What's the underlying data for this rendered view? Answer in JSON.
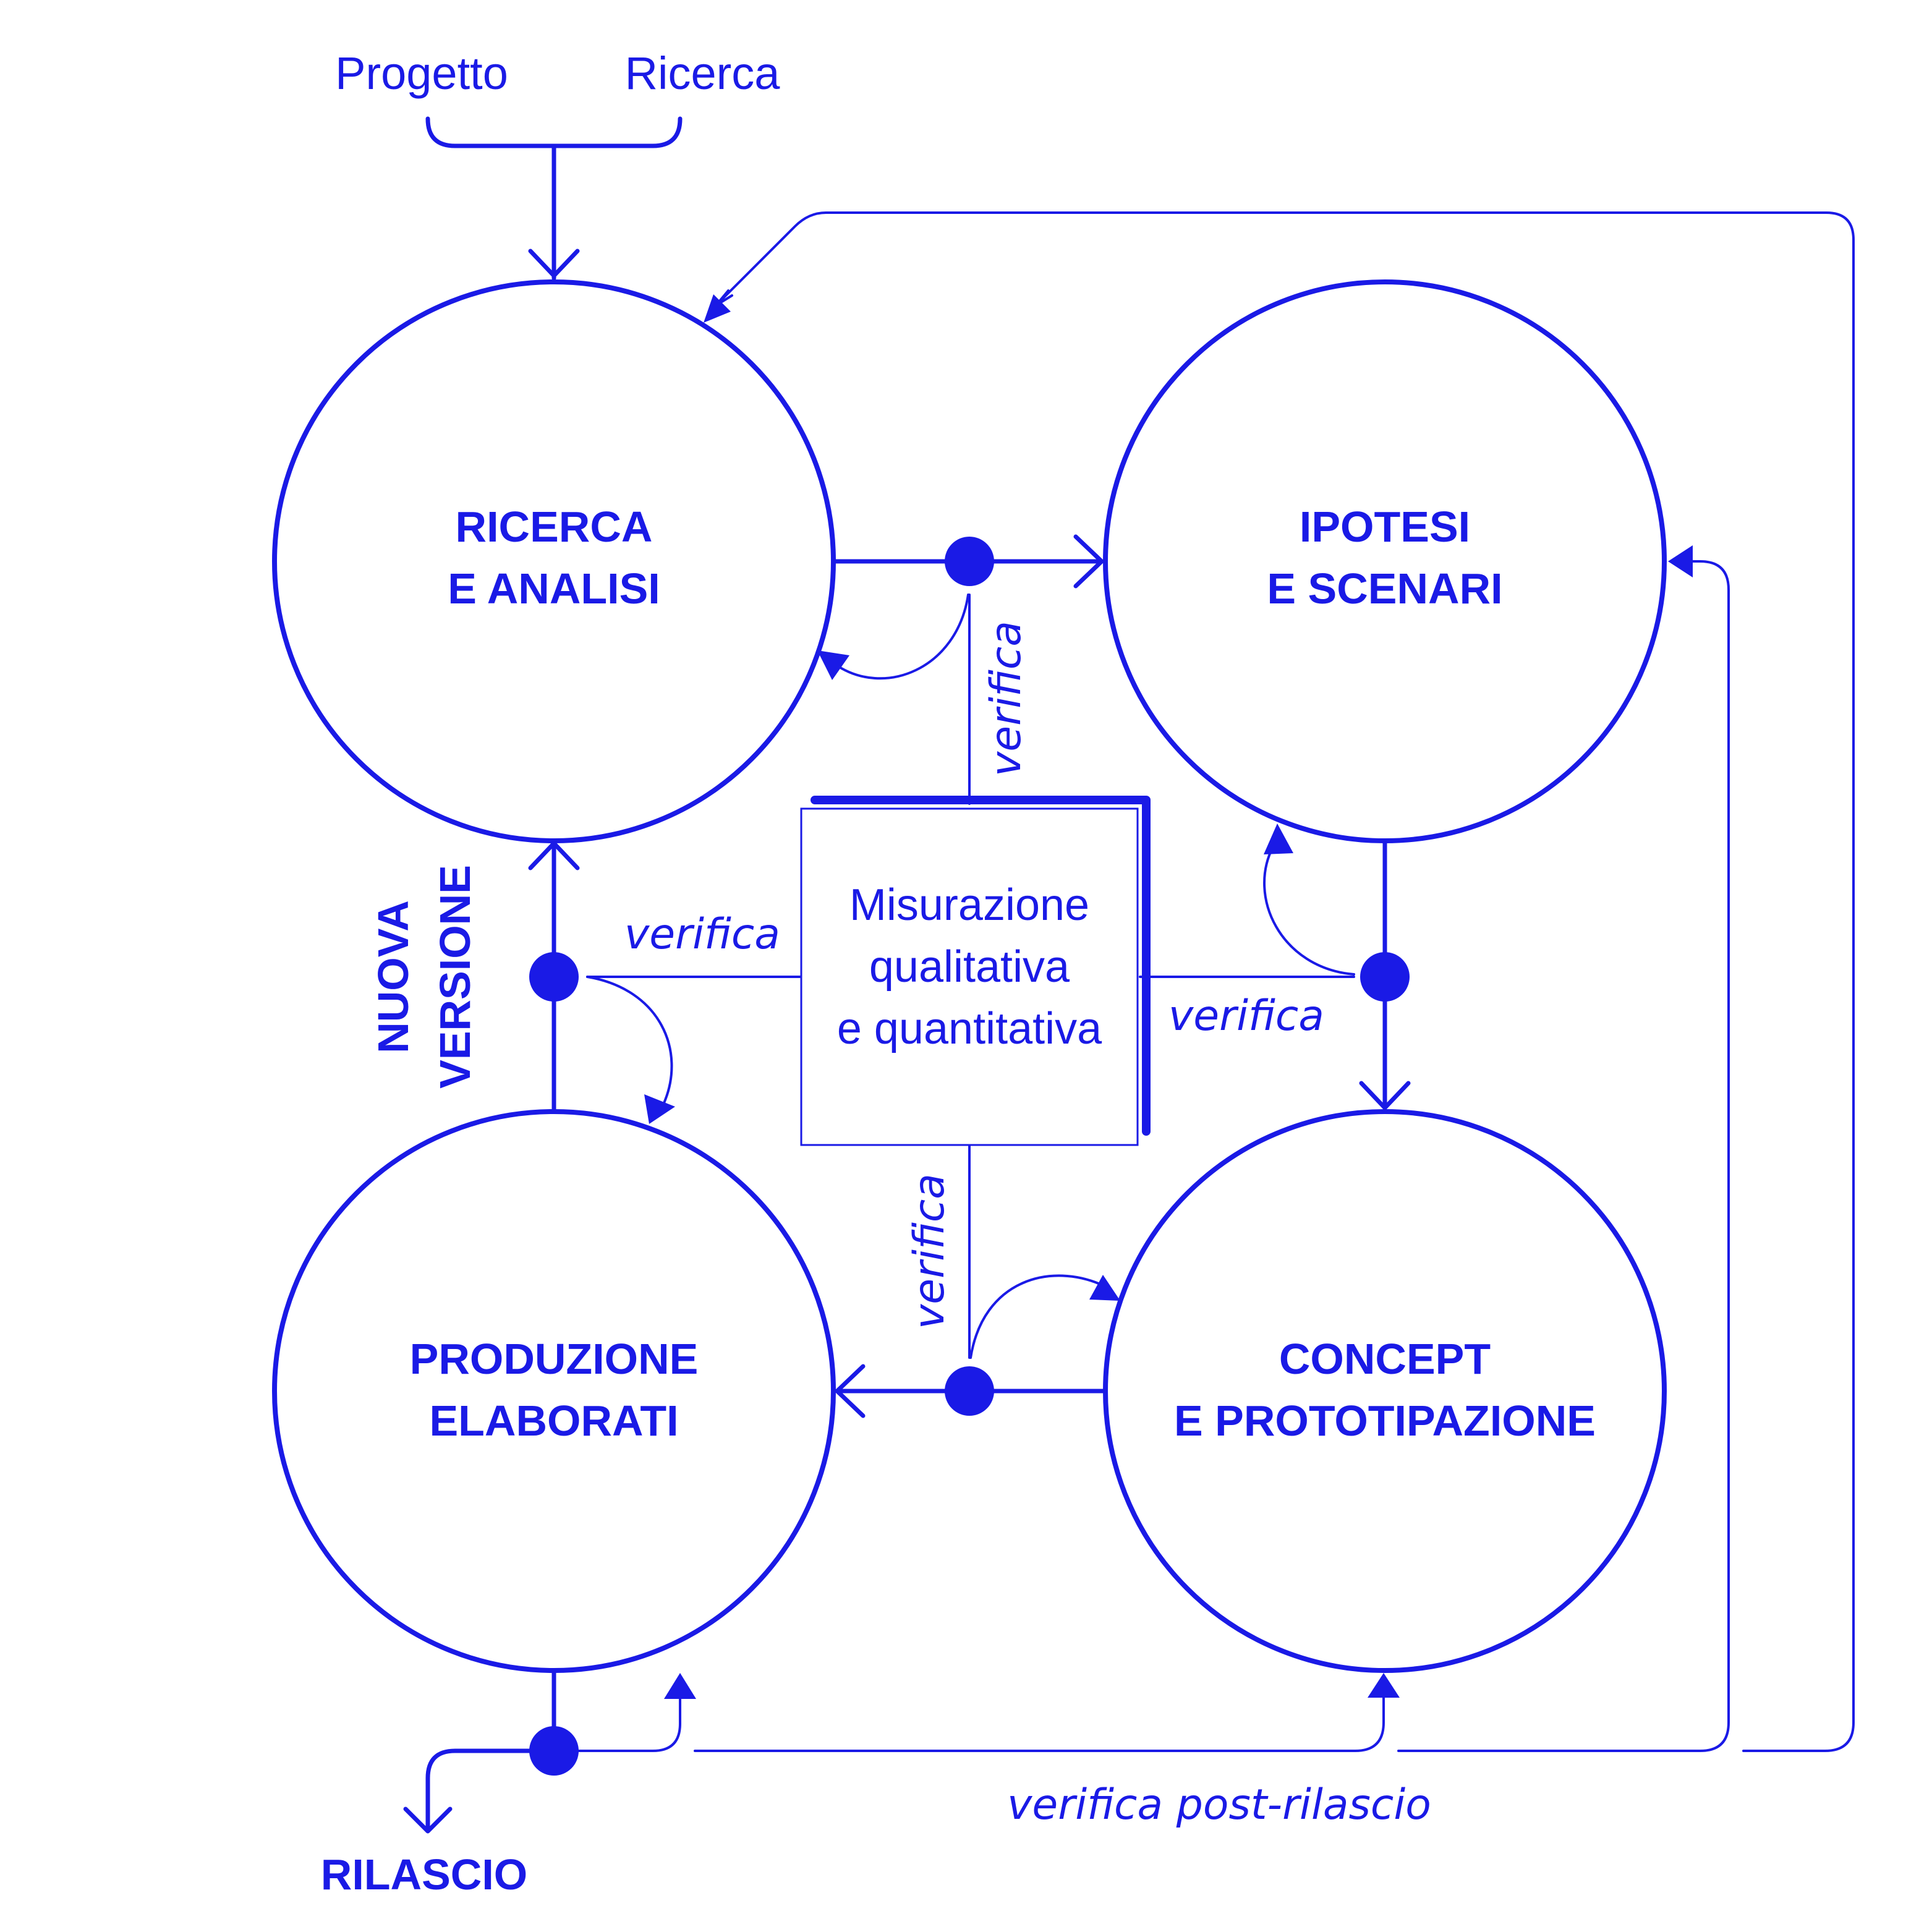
{
  "inputs": {
    "left": "Progetto",
    "right": "Ricerca"
  },
  "phases": {
    "ricerca": {
      "line1": "RICERCA",
      "line2": "E ANALISI"
    },
    "ipotesi": {
      "line1": "IPOTESI",
      "line2": "E SCENARI"
    },
    "produzione": {
      "line1": "PRODUZIONE",
      "line2": "ELABORATI"
    },
    "concept": {
      "line1": "CONCEPT",
      "line2": "E PROTOTIPAZIONE"
    }
  },
  "measurement": {
    "line1": "Misurazione",
    "line2": "qualitativa",
    "line3": "e quantitativa"
  },
  "labels": {
    "verifica_top": "verifica",
    "verifica_left": "verifica",
    "verifica_right": "verifica",
    "verifica_bottom": "verifica",
    "nuova": "NUOVA",
    "versione": "VERSIONE",
    "rilascio": "RILASCIO",
    "post_rilascio": "verifica post-rilascio"
  },
  "colors": {
    "accent": "#1a1ae6",
    "background": "#ffffff"
  }
}
